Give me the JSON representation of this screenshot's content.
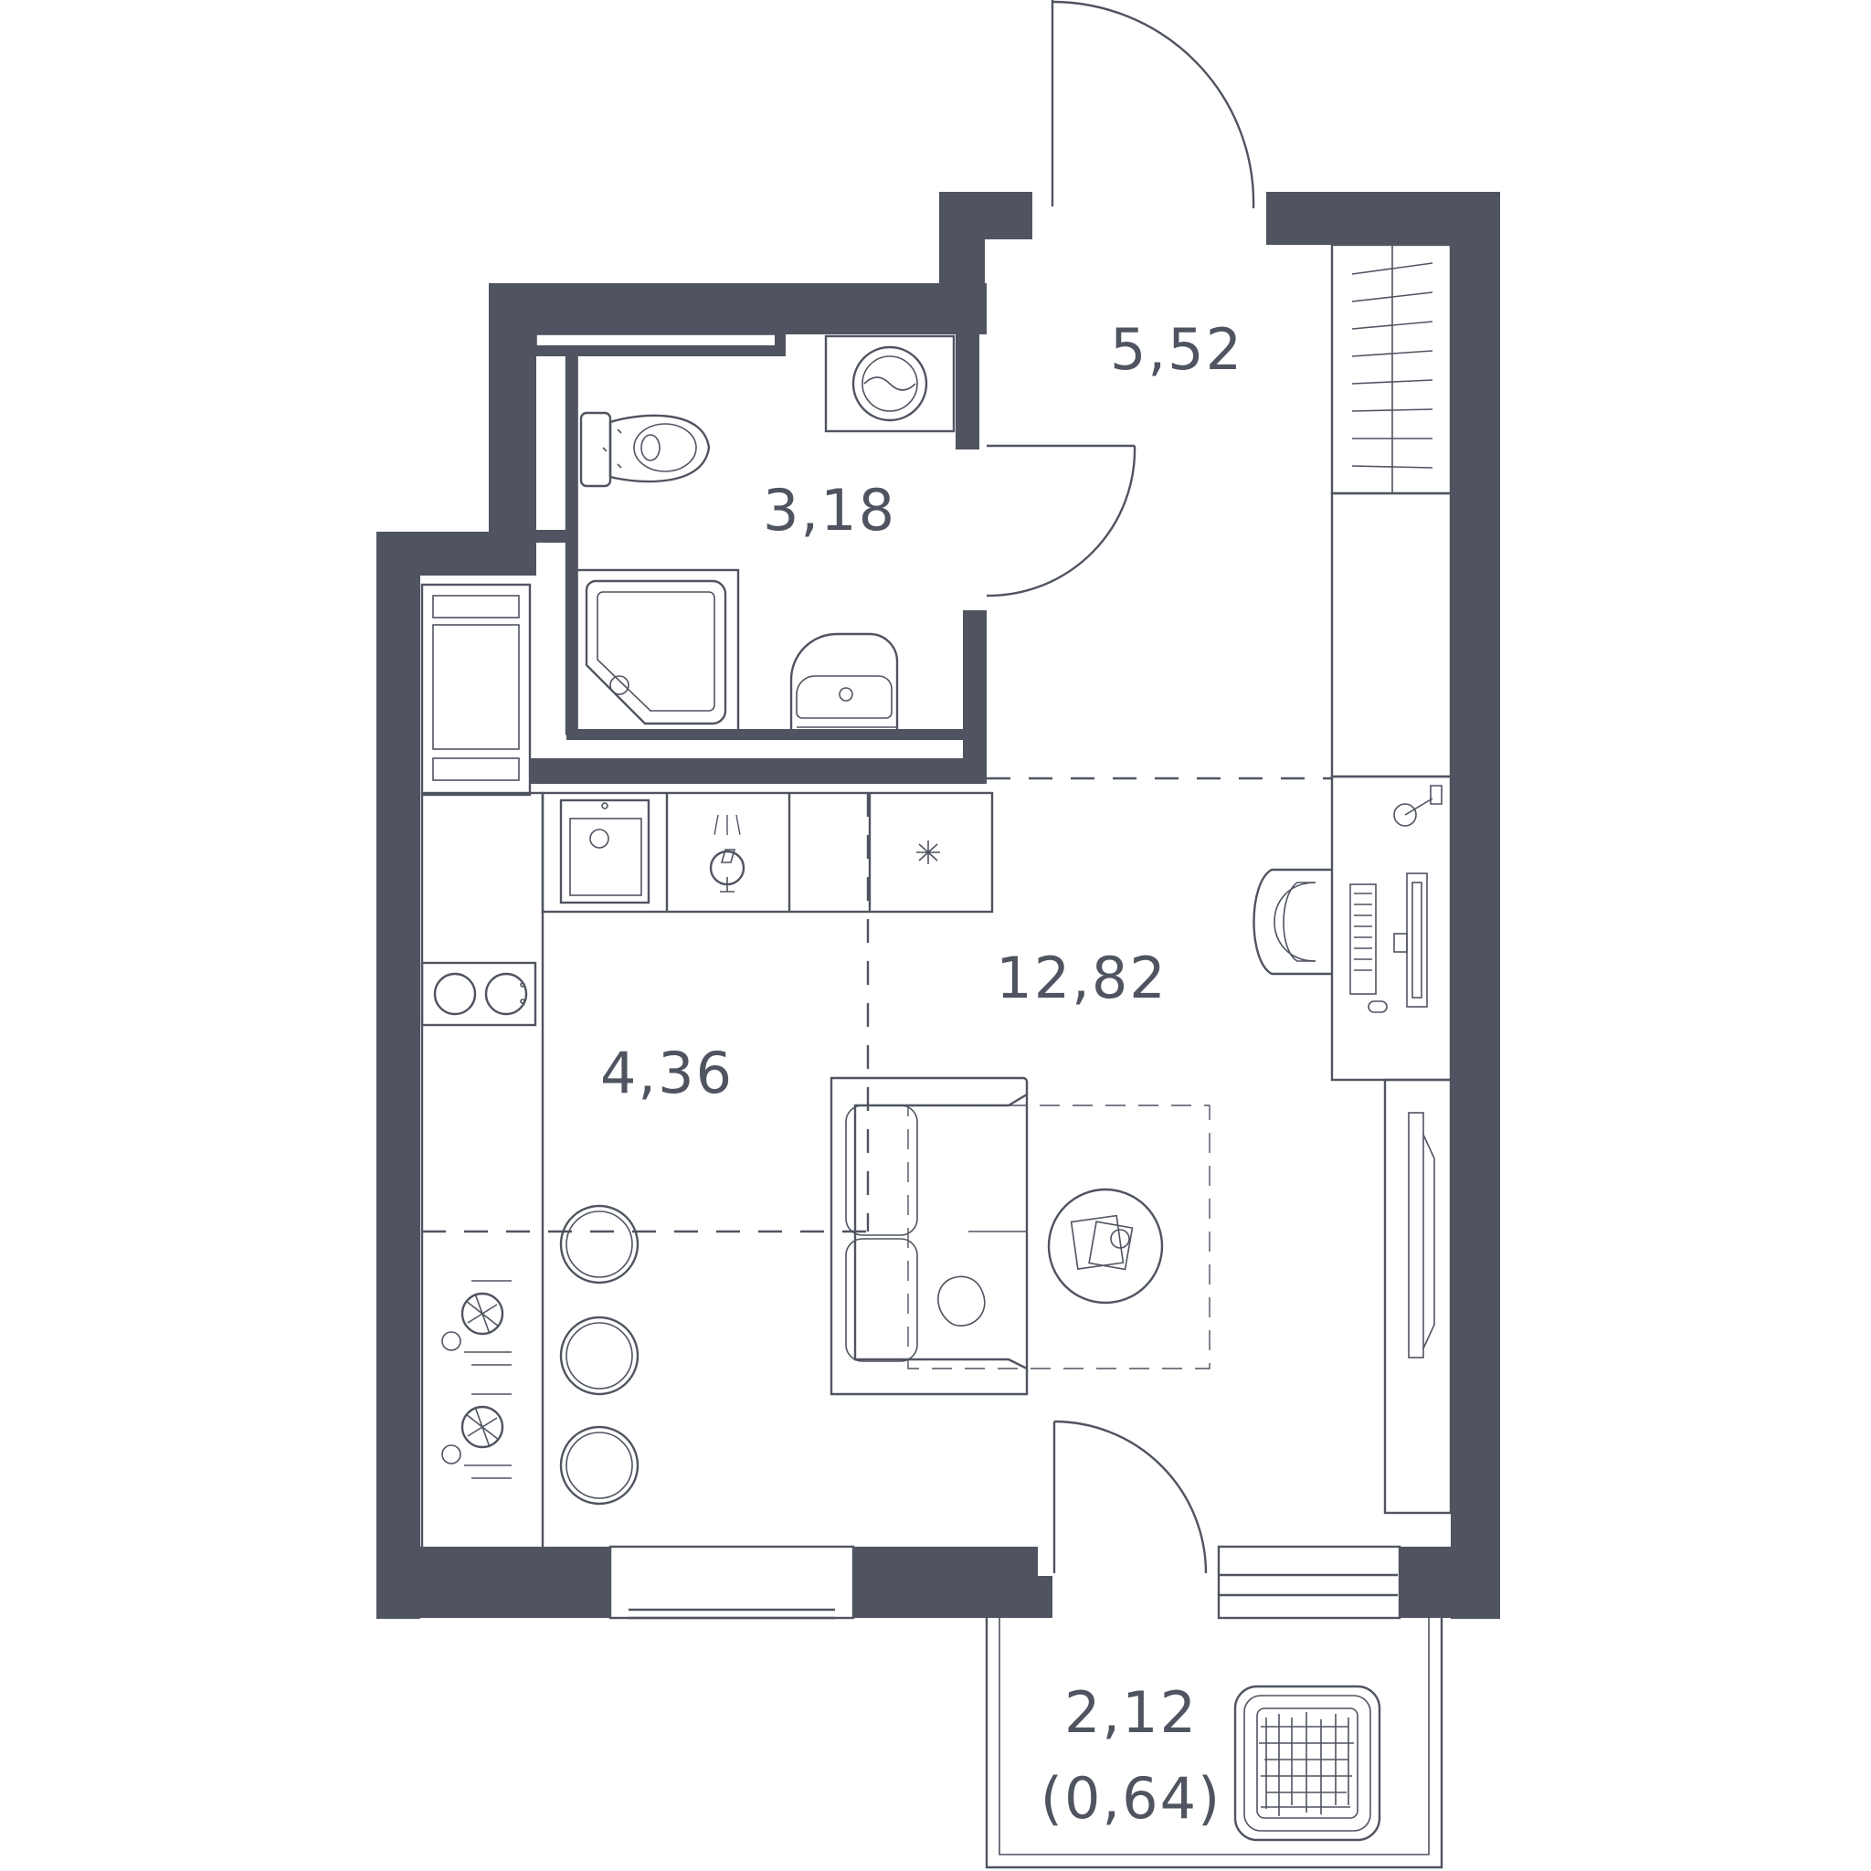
{
  "floor_plan": {
    "colors": {
      "wall": "#4f5460",
      "background": "#ffffff"
    },
    "areas": {
      "hallway": "5,52",
      "bathroom": "3,18",
      "living_room": "12,82",
      "kitchen": "4,36",
      "balcony": "2,12",
      "balcony_reduced": "(0,64)"
    }
  }
}
